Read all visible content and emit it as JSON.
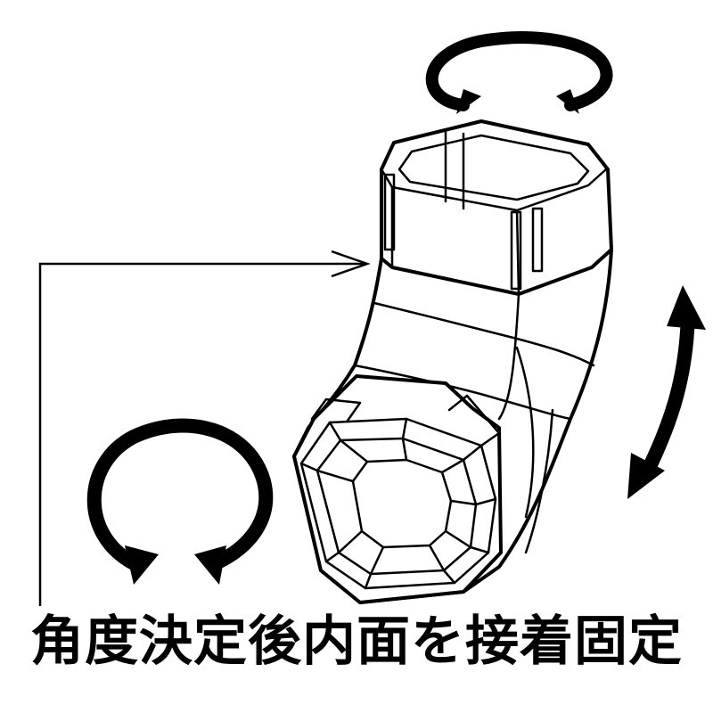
{
  "caption": "角度決定後内面を接着固定",
  "colors": {
    "ink": "#000000",
    "background": "#ffffff"
  },
  "icons": [
    "rotate-arrow-top",
    "rotate-arrow-left",
    "double-arrow-right",
    "pointer-arrow"
  ]
}
